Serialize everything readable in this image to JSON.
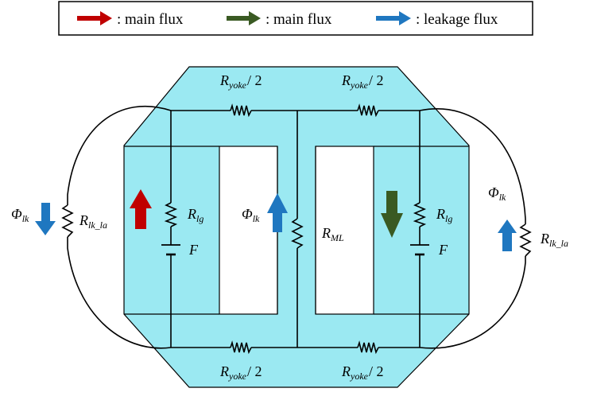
{
  "legend": {
    "items": [
      {
        "label": ": main flux",
        "color": "#c00000"
      },
      {
        "label": ": main flux",
        "color": "#3a5a23"
      },
      {
        "label": ": leakage flux",
        "color": "#1f77c0"
      }
    ]
  },
  "colors": {
    "core_fill": "#9be9f2",
    "core_stroke": "#000000",
    "wire": "#000000",
    "red_arrow": "#c00000",
    "green_arrow": "#3a5a23",
    "blue_arrow": "#1f77c0",
    "blue_text": "#1f77c0"
  },
  "labels": {
    "yoke_top_left": {
      "main": "R",
      "sub": "yoke",
      "tail": "/ 2"
    },
    "yoke_top_right": {
      "main": "R",
      "sub": "yoke",
      "tail": "/ 2"
    },
    "yoke_bottom_left": {
      "main": "R",
      "sub": "yoke",
      "tail": "/ 2"
    },
    "yoke_bottom_right": {
      "main": "R",
      "sub": "yoke",
      "tail": "/ 2"
    },
    "rlg_left": {
      "main": "R",
      "sub": "lg"
    },
    "rlg_right": {
      "main": "R",
      "sub": "lg"
    },
    "f_left": "F",
    "f_right": "F",
    "rml": {
      "main": "R",
      "sub": "ML"
    },
    "rlk_left": {
      "main": "R",
      "sub": "lk_la"
    },
    "rlk_right": {
      "main": "R",
      "sub": "lk_la"
    },
    "phi_left": {
      "main": "Φ",
      "sub": "lk"
    },
    "phi_center": {
      "main": "Φ",
      "sub": "lk"
    },
    "phi_right": {
      "main": "Φ",
      "sub": "lk"
    }
  }
}
